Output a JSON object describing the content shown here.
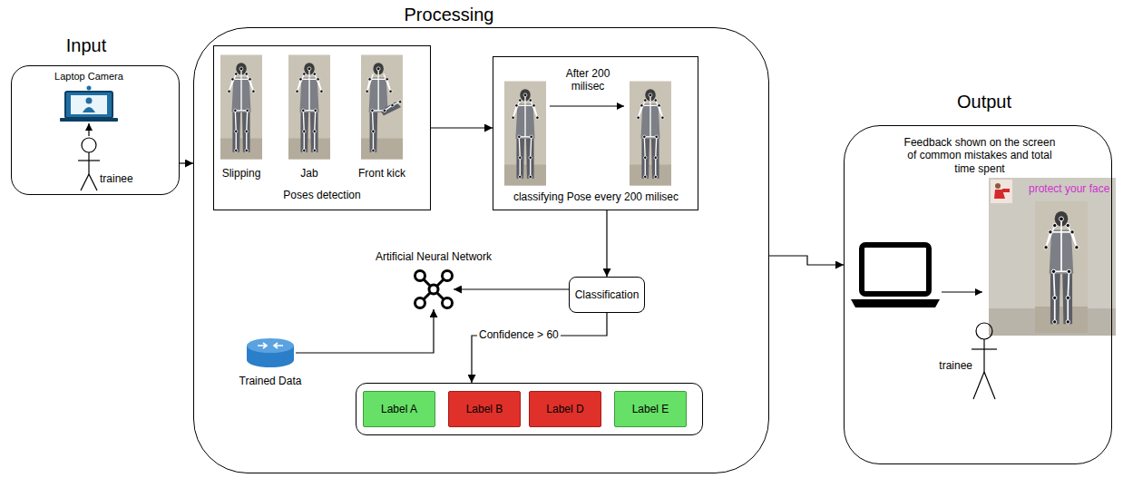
{
  "diagram": {
    "nodes": [
      {
        "text": [
          "Input",
          "Laptop Camera",
          "trainee"
        ]
      },
      {
        "text": [
          "Processing"
        ]
      },
      {
        "text": [
          "Slipping",
          "Jab",
          "Front kick",
          "Poses detection"
        ],
        "in": 1
      },
      {
        "text": [
          "After 200 milisec",
          "classifying Pose every 200 milisec"
        ],
        "in": 1
      },
      {
        "text": [
          "Classification"
        ],
        "in": 1
      },
      {
        "text": [
          "Artificial Neural Network"
        ],
        "in": 1
      },
      {
        "text": [
          "Trained Data"
        ],
        "in": 1
      },
      {
        "text": [],
        "in": 1
      },
      {
        "text": [
          "Label A"
        ],
        "in": 7
      },
      {
        "text": [
          "Label B"
        ],
        "in": 7
      },
      {
        "text": [
          "Label D"
        ],
        "in": 7
      },
      {
        "text": [
          "Label E"
        ],
        "in": 7
      },
      {
        "text": [
          "Output",
          "Feedback shown on the screen of common mistakes and total time spent",
          "trainee"
        ]
      }
    ],
    "edges": [
      {
        "from": 0,
        "to": 1,
        "arrow": "to"
      },
      {
        "from": 2,
        "to": 3,
        "arrow": "to"
      },
      {
        "from": 3,
        "to": 4,
        "arrow": "to"
      },
      {
        "from": 4,
        "to": 5,
        "arrow": "to"
      },
      {
        "from": 6,
        "to": 5,
        "arrow": "to"
      },
      {
        "from": 4,
        "to": 7,
        "label": "Confidence > 60",
        "arrow": "to"
      },
      {
        "from": 1,
        "to": 12,
        "arrow": "to"
      }
    ],
    "labels": [
      "protect your face"
    ]
  }
}
